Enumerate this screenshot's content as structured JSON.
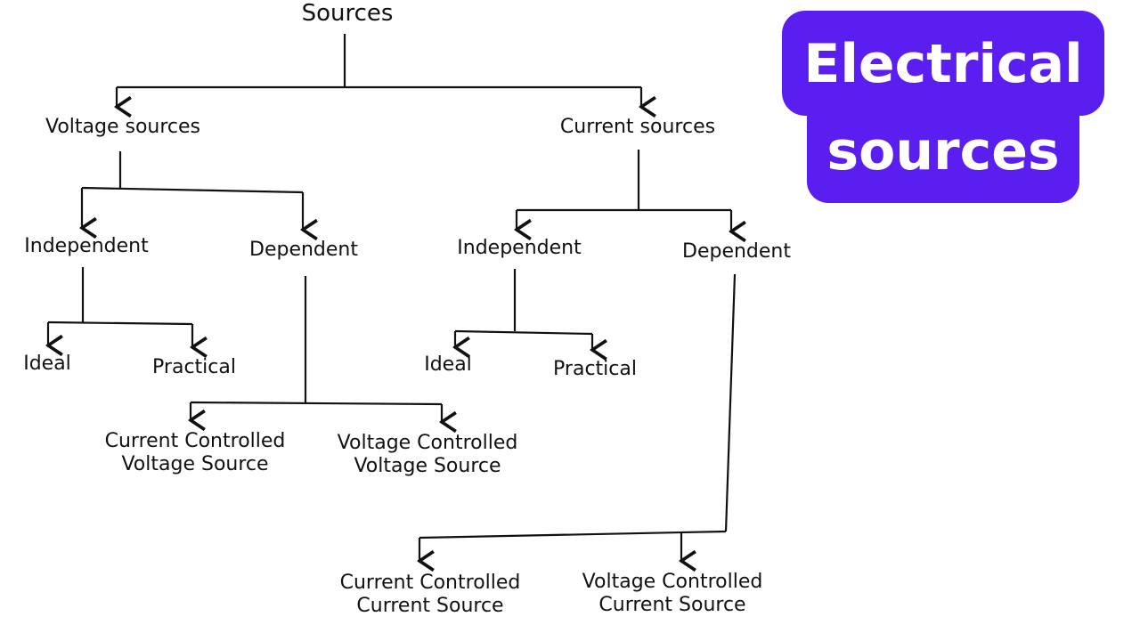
{
  "title_badge": {
    "line1": "Electrical",
    "line2": "sources",
    "background_color": "#5b1ef0",
    "text_color": "#ffffff"
  },
  "tree": {
    "root": "Sources",
    "voltage": {
      "label": "Voltage sources",
      "independent": {
        "label": "Independent",
        "children": [
          "Ideal",
          "Practical"
        ]
      },
      "dependent": {
        "label": "Dependent",
        "children": [
          {
            "line1": "Current Controlled",
            "line2": "Voltage Source"
          },
          {
            "line1": "Voltage Controlled",
            "line2": "Voltage Source"
          }
        ]
      }
    },
    "current": {
      "label": "Current sources",
      "independent": {
        "label": "Independent",
        "children": [
          "Ideal",
          "Practical"
        ]
      },
      "dependent": {
        "label": "Dependent",
        "children": [
          {
            "line1": "Current Controlled",
            "line2": "Current Source"
          },
          {
            "line1": "Voltage Controlled",
            "line2": "Current Source"
          }
        ]
      }
    }
  }
}
